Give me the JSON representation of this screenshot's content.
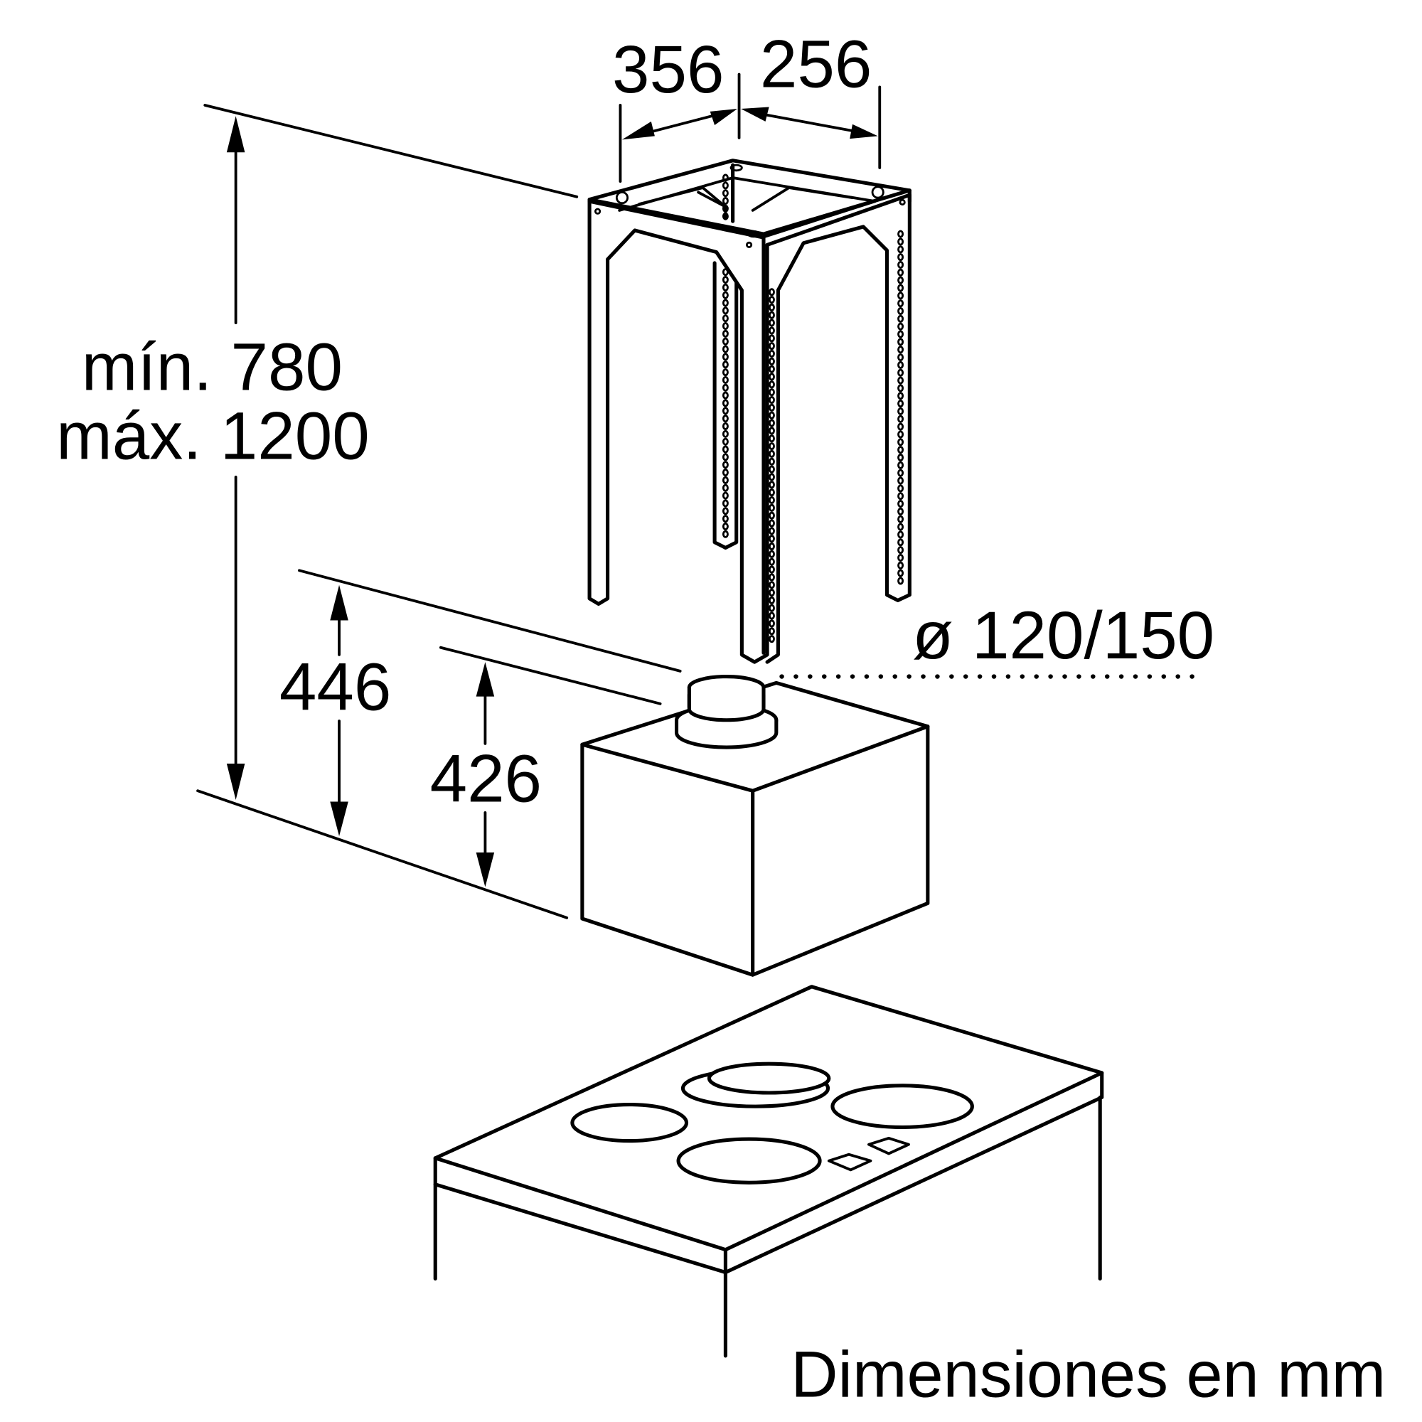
{
  "diagram": {
    "subject": "Island cooker hood installation dimensions",
    "units_caption": "Dimensiones en mm",
    "dimensions": {
      "frame_width": "356",
      "frame_depth": "256",
      "height_range_min": "mín. 780",
      "height_range_max": "máx. 1200",
      "hood_height_outer": "446",
      "hood_height_inner": "426",
      "duct_diameter": "ø 120/150"
    },
    "components": [
      {
        "name": "mounting-frame",
        "label": "Ceiling mounting frame"
      },
      {
        "name": "hood-body",
        "label": "Hood body with duct connector"
      },
      {
        "name": "hob",
        "label": "Cooktop with 4 zones"
      }
    ],
    "colors": {
      "line": "#000000",
      "background": "#ffffff"
    }
  }
}
